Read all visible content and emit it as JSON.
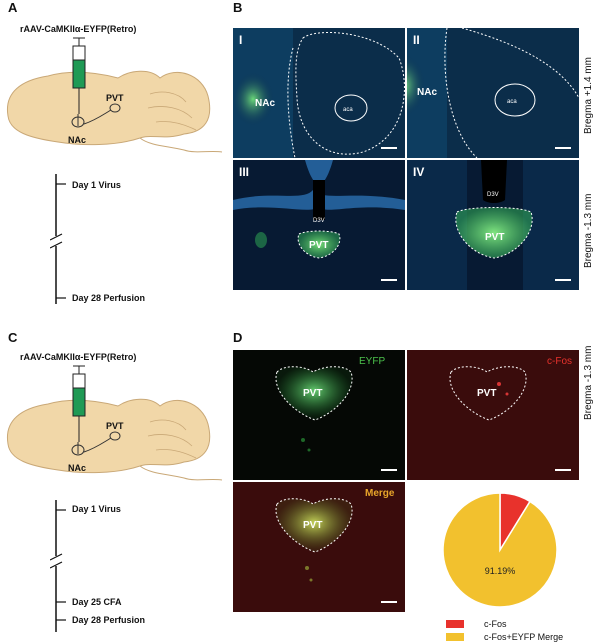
{
  "panel_A": {
    "letter": "A",
    "construct": "rAAV-CaMKIIα-EYFP(Retro)",
    "labels": {
      "pvt": "PVT",
      "nac": "NAc"
    },
    "timeline": [
      "Day 1 Virus",
      "Day 28 Perfusion"
    ]
  },
  "panel_B": {
    "letter": "B",
    "images": [
      {
        "numeral": "I",
        "region": "NAc",
        "tag": "aca"
      },
      {
        "numeral": "II",
        "region": "NAc",
        "tag": "aca"
      },
      {
        "numeral": "III",
        "region": "PVT",
        "tag": "D3V"
      },
      {
        "numeral": "IV",
        "region": "PVT",
        "tag": "D3V"
      }
    ],
    "row_labels": [
      "Bregma +1.4 mm",
      "Bregma -1.3 mm"
    ]
  },
  "panel_C": {
    "letter": "C",
    "construct": "rAAV-CaMKIIα-EYFP(Retro)",
    "labels": {
      "pvt": "PVT",
      "nac": "NAc"
    },
    "timeline": [
      "Day 1 Virus",
      "Day 25 CFA",
      "Day 28 Perfusion"
    ]
  },
  "panel_D": {
    "letter": "D",
    "channels": {
      "eyfp": "EYFP",
      "cfos": "c-Fos",
      "merge": "Merge"
    },
    "region": "PVT",
    "row_label": "Bregma -1.3 mm",
    "colors": {
      "cfos": "#e8322c",
      "merge": "#f2c12e",
      "eyfp": "#4cc24c",
      "merge_label": "#e8a52a"
    }
  },
  "chart_data": {
    "type": "pie",
    "slices": [
      {
        "label": "c-Fos",
        "value": 8.81,
        "color": "#e8322c"
      },
      {
        "label": "c-Fos+EYFP Merge",
        "value": 91.19,
        "color": "#f2c12e"
      }
    ],
    "data_labels": [
      "91.19%"
    ],
    "legend_position": "bottom"
  }
}
